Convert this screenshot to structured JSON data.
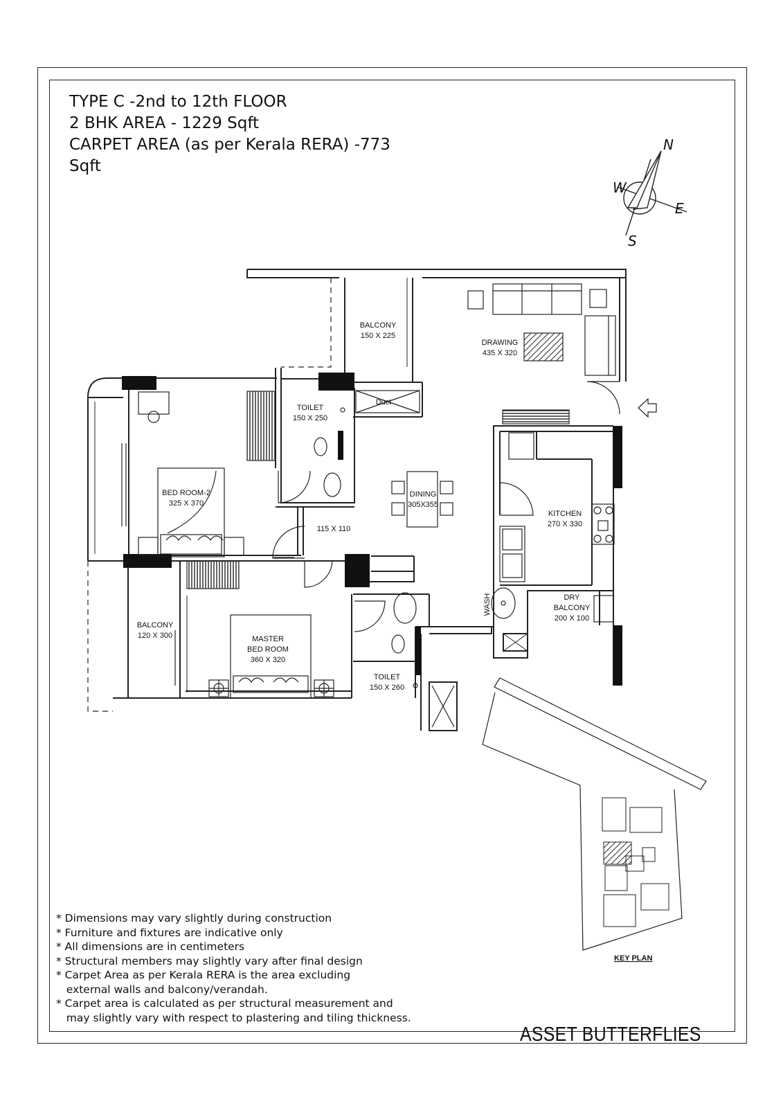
{
  "header": {
    "line1": "TYPE C -2nd to 12th FLOOR",
    "line2": "2 BHK AREA - 1229 Sqft",
    "line3": "CARPET AREA (as per Kerala RERA) -773",
    "line4": "Sqft"
  },
  "compass": {
    "n": "N",
    "s": "S",
    "e": "E",
    "w": "W"
  },
  "rooms": {
    "balcony_top": {
      "name": "BALCONY",
      "dim": "150 X 225"
    },
    "drawing": {
      "name": "DRAWING",
      "dim": "435 X 320"
    },
    "toilet_top": {
      "name": "TOILET",
      "dim": "150 X 250"
    },
    "duct": {
      "name": "Duct"
    },
    "bedroom2": {
      "name": "BED ROOM-2",
      "dim": "325 X 370"
    },
    "dining": {
      "name": "DINING",
      "dim": "305X355"
    },
    "passage": {
      "dim": "115 X 110"
    },
    "kitchen": {
      "name": "KITCHEN",
      "dim": "270 X 330"
    },
    "wash": {
      "name": "WASH"
    },
    "dry_balcony": {
      "name1": "DRY",
      "name2": "BALCONY",
      "dim": "200 X 100"
    },
    "balcony_left": {
      "name": "BALCONY",
      "dim": "120 X 300"
    },
    "master": {
      "name1": "MASTER",
      "name2": "BED ROOM",
      "dim": "360 X 320"
    },
    "toilet_bottom": {
      "name": "TOILET",
      "dim": "150 X 260"
    }
  },
  "key_plan": {
    "label": "KEY PLAN"
  },
  "notes": [
    "* Dimensions may vary slightly during construction",
    "* Furniture and fixtures are indicative only",
    "* All dimensions are in centimeters",
    "* Structural members may slightly vary after final design",
    "* Carpet Area as per Kerala RERA is the area excluding",
    "   external walls and balcony/verandah.",
    "* Carpet area is calculated as per structural measurement and",
    "   may slightly vary with respect to plastering and tiling thickness."
  ],
  "brand": "ASSET BUTTERFLIES"
}
